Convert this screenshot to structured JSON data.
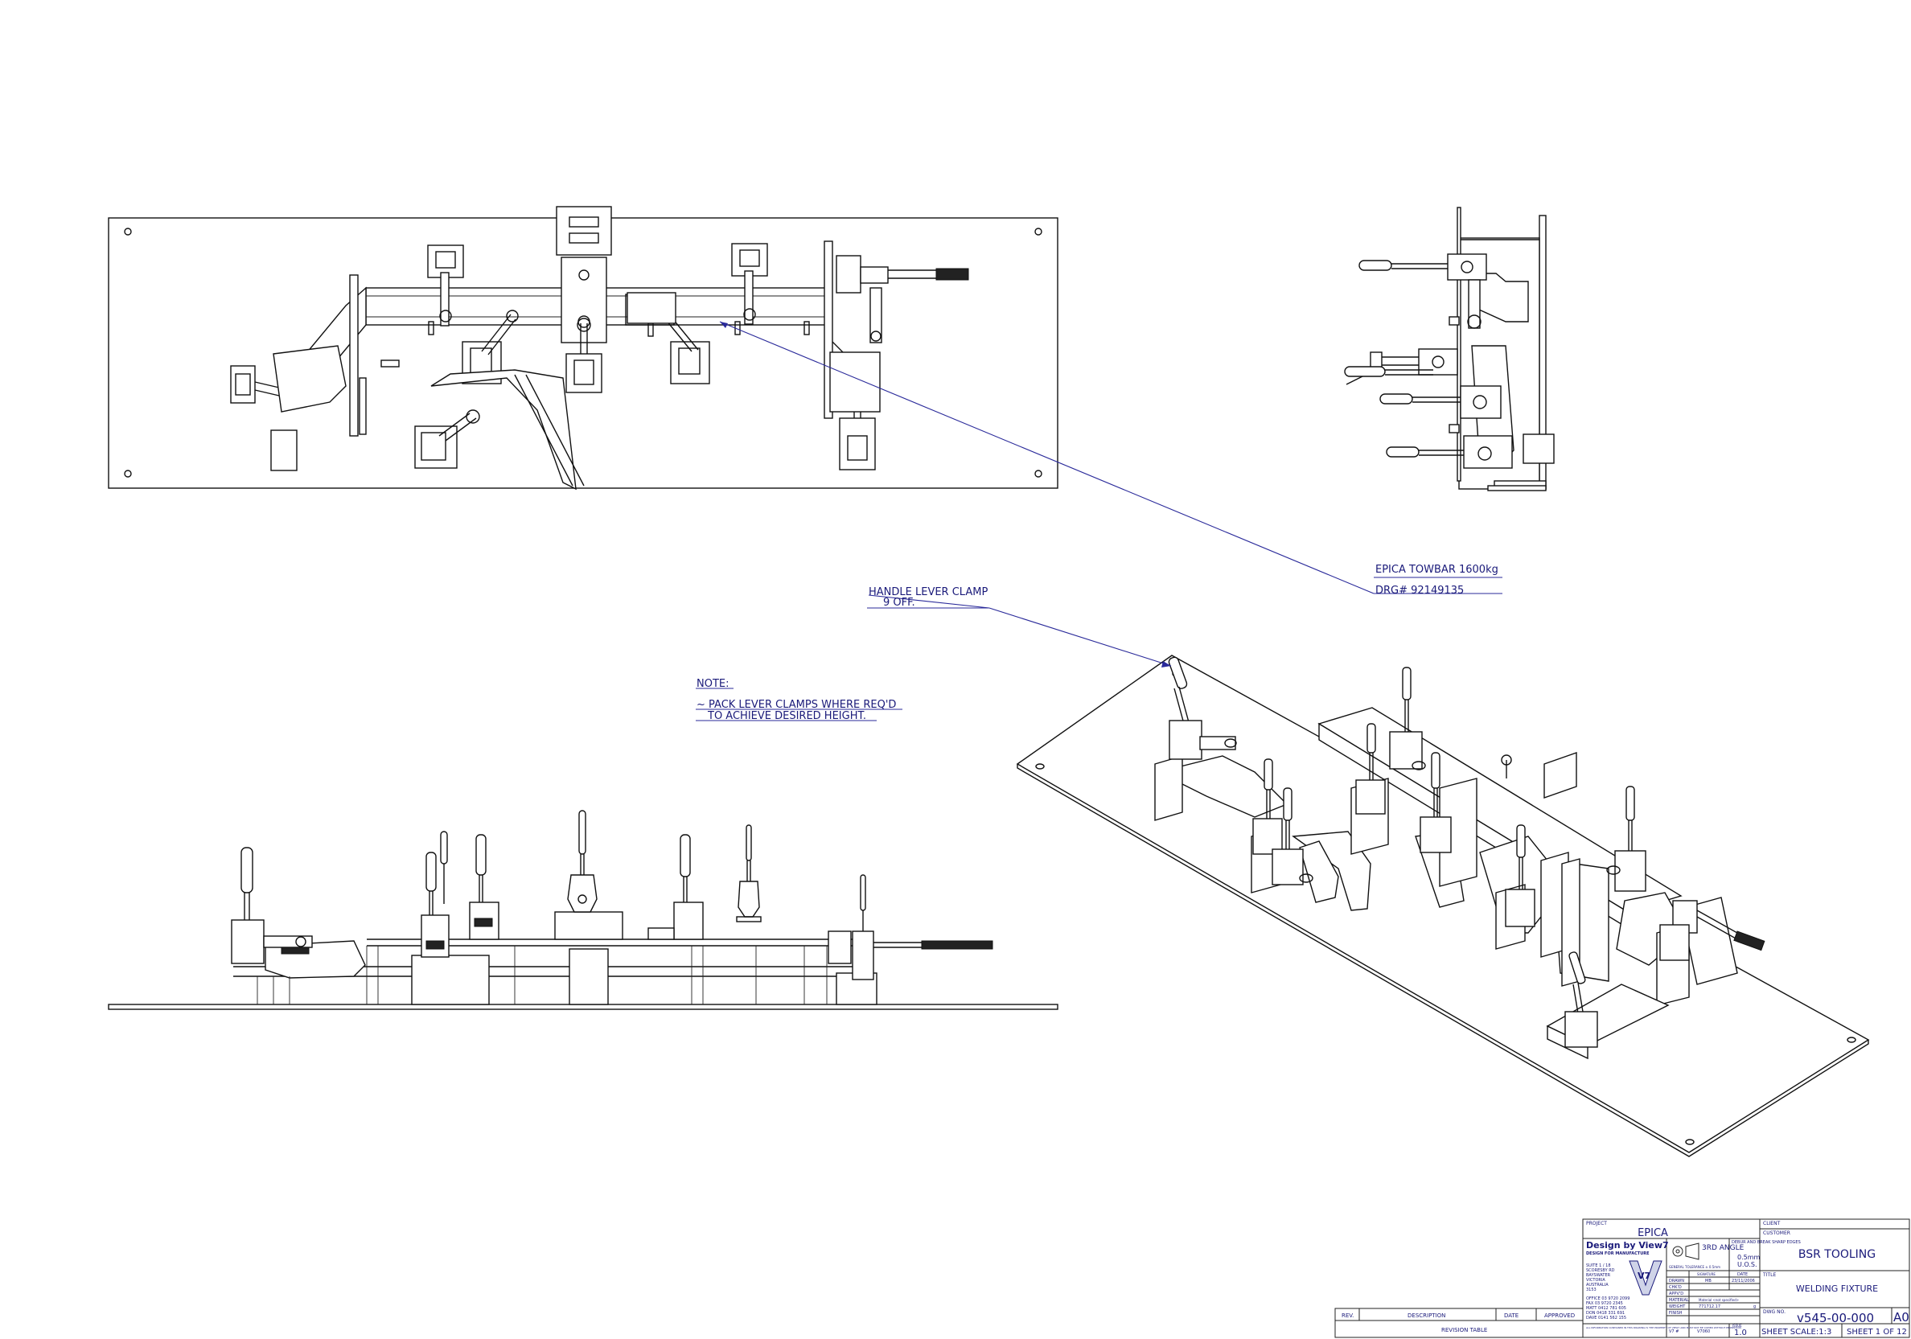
{
  "annotations": {
    "towbar": {
      "line1": "EPICA TOWBAR 1600kg",
      "line2": "DRG# 92149135"
    },
    "clamp": {
      "line1": "HANDLE LEVER CLAMP",
      "line2": "9 OFF."
    },
    "note": {
      "title": "NOTE:",
      "line1": "~ PACK LEVER CLAMPS WHERE REQ'D",
      "line2": "TO ACHIEVE DESIRED HEIGHT."
    }
  },
  "revision_table": {
    "headers": [
      "REV.",
      "DESCRIPTION",
      "DATE",
      "APPROVED"
    ],
    "footer": "REVISION TABLE"
  },
  "title_block": {
    "project_label": "PROJECT",
    "project": "EPICA",
    "designer": "Design by View7",
    "designer_tag": "DESIGN FOR MANUFACTURE",
    "address": [
      "SUITE 1 / 18",
      "SCORESBY RD",
      "BAYSWATER",
      "VICTORIA",
      "AUSTRALIA",
      "3153"
    ],
    "contacts": [
      "OFFICE  03 9720 2099",
      "FAX  03 9720 2345",
      "MATT  0412 781 605",
      "DON  0418 331 691",
      "DAVE  0141 562 155"
    ],
    "angle": "3RD ANGLE",
    "deburr": "DEBUR AND BREAK SHARP EDGES",
    "tolerance_value": "0.5mm",
    "uos": "U.O.S.",
    "general_tolerance": "GENERAL TOLERANCE ± 0.5mm",
    "signature_header": "SIGNATURE",
    "date_header": "DATE",
    "drawn_label": "DRAWN",
    "drawn_by": "MB",
    "drawn_date": "23/11/2006",
    "chkd_label": "CHK'D",
    "appvd_label": "APPV'D",
    "material_label": "MATERIAL",
    "material": "Material <not specified>",
    "weight_label": "WEIGHT",
    "weight": "771712.17",
    "weight_unit": "g",
    "finish_label": "FINISH",
    "v7_label": "V7 #",
    "v7_number": "V7060",
    "issue_label": "ISSUE",
    "issue": "1.0",
    "client_label": "CLIENT",
    "customer_label": "CUSTOMER",
    "customer": "BSR TOOLING",
    "title_label": "TITLE",
    "title": "WELDING FIXTURE",
    "dwg_label": "DWG NO.",
    "dwg_no": "v545-00-000",
    "size": "A0",
    "scale": "SHEET SCALE:1:3",
    "sheet": "SHEET 1 OF 12",
    "disclaimer": "ALL INFORMATION CONTAINED IN THIS DRAWING IS THE PROPERTY OF VIEW7 AND MUST NOT BE COPIED WITHOUT PERMISSION",
    "logo": "V7"
  },
  "colors": {
    "annotation": "#1a1a7a",
    "leader": "#2a2a9a",
    "linework": "#111111"
  }
}
